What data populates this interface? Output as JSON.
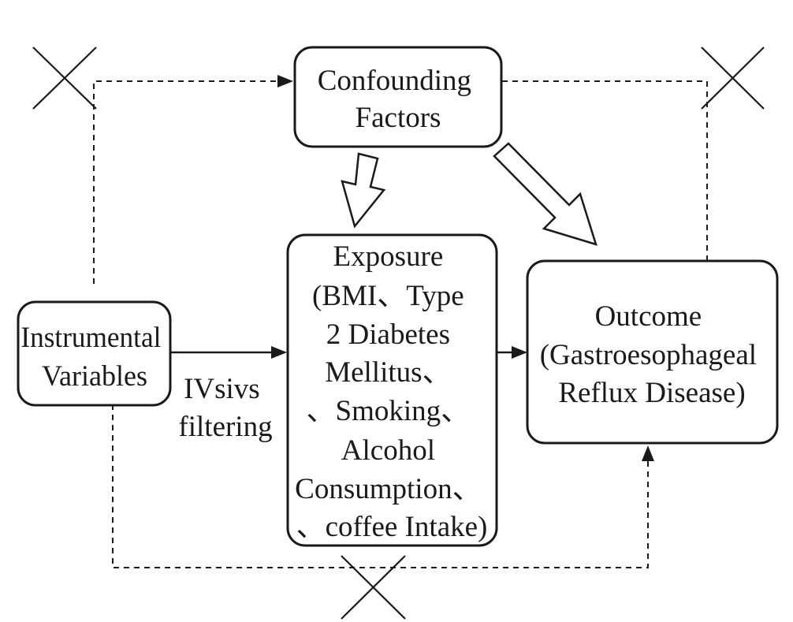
{
  "nodes": {
    "confounding": {
      "lines": [
        "Confounding",
        "Factors"
      ]
    },
    "exposure": {
      "lines": [
        "Exposure",
        "(BMI、Type",
        "2 Diabetes",
        "Mellitus、",
        "、Smoking、",
        "Alcohol",
        "Consumption、",
        "、coffee Intake)"
      ]
    },
    "outcome": {
      "lines": [
        "Outcome",
        "(Gastroesophageal",
        "Reflux Disease)"
      ]
    },
    "instrumental": {
      "lines": [
        "Instrumental",
        "Variables"
      ]
    }
  },
  "edge_labels": {
    "iv_to_exposure": [
      "IVsivs",
      "filtering"
    ]
  },
  "colors": {
    "ink": "#1a1a1a",
    "background": "#ffffff"
  }
}
